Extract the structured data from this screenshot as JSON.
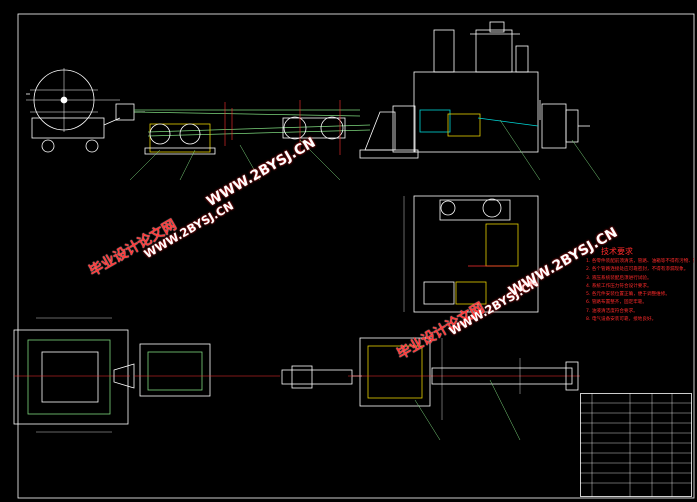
{
  "watermark": {
    "cn_text": "毕业设计论文网",
    "url_text": "WWW.2BYSJ.CN"
  },
  "tech_requirements": {
    "title": "技术要求",
    "items": [
      "1. 各零件装配前须清洗，管路、油箱等不得有污物、锈迹。",
      "2. 各个管路连接处应可靠密封，不得有渗漏现象。",
      "3. 液压系统装配后须进行试验。",
      "4. 系统工作压力符合设计要求。",
      "5. 各元件安装位置正确，便于调整维修。",
      "6. 管路布置整齐，固定牢靠。",
      "7. 油液清洁度符合要求。",
      "8. 电气设备安装可靠，接地良好。"
    ]
  },
  "colors": {
    "line_white": "#ffffff",
    "line_green": "#7cd67c",
    "line_cyan": "#00d8d8",
    "line_yellow": "#e8d000",
    "line_red": "#ff3030",
    "line_magenta": "#d040d0"
  }
}
